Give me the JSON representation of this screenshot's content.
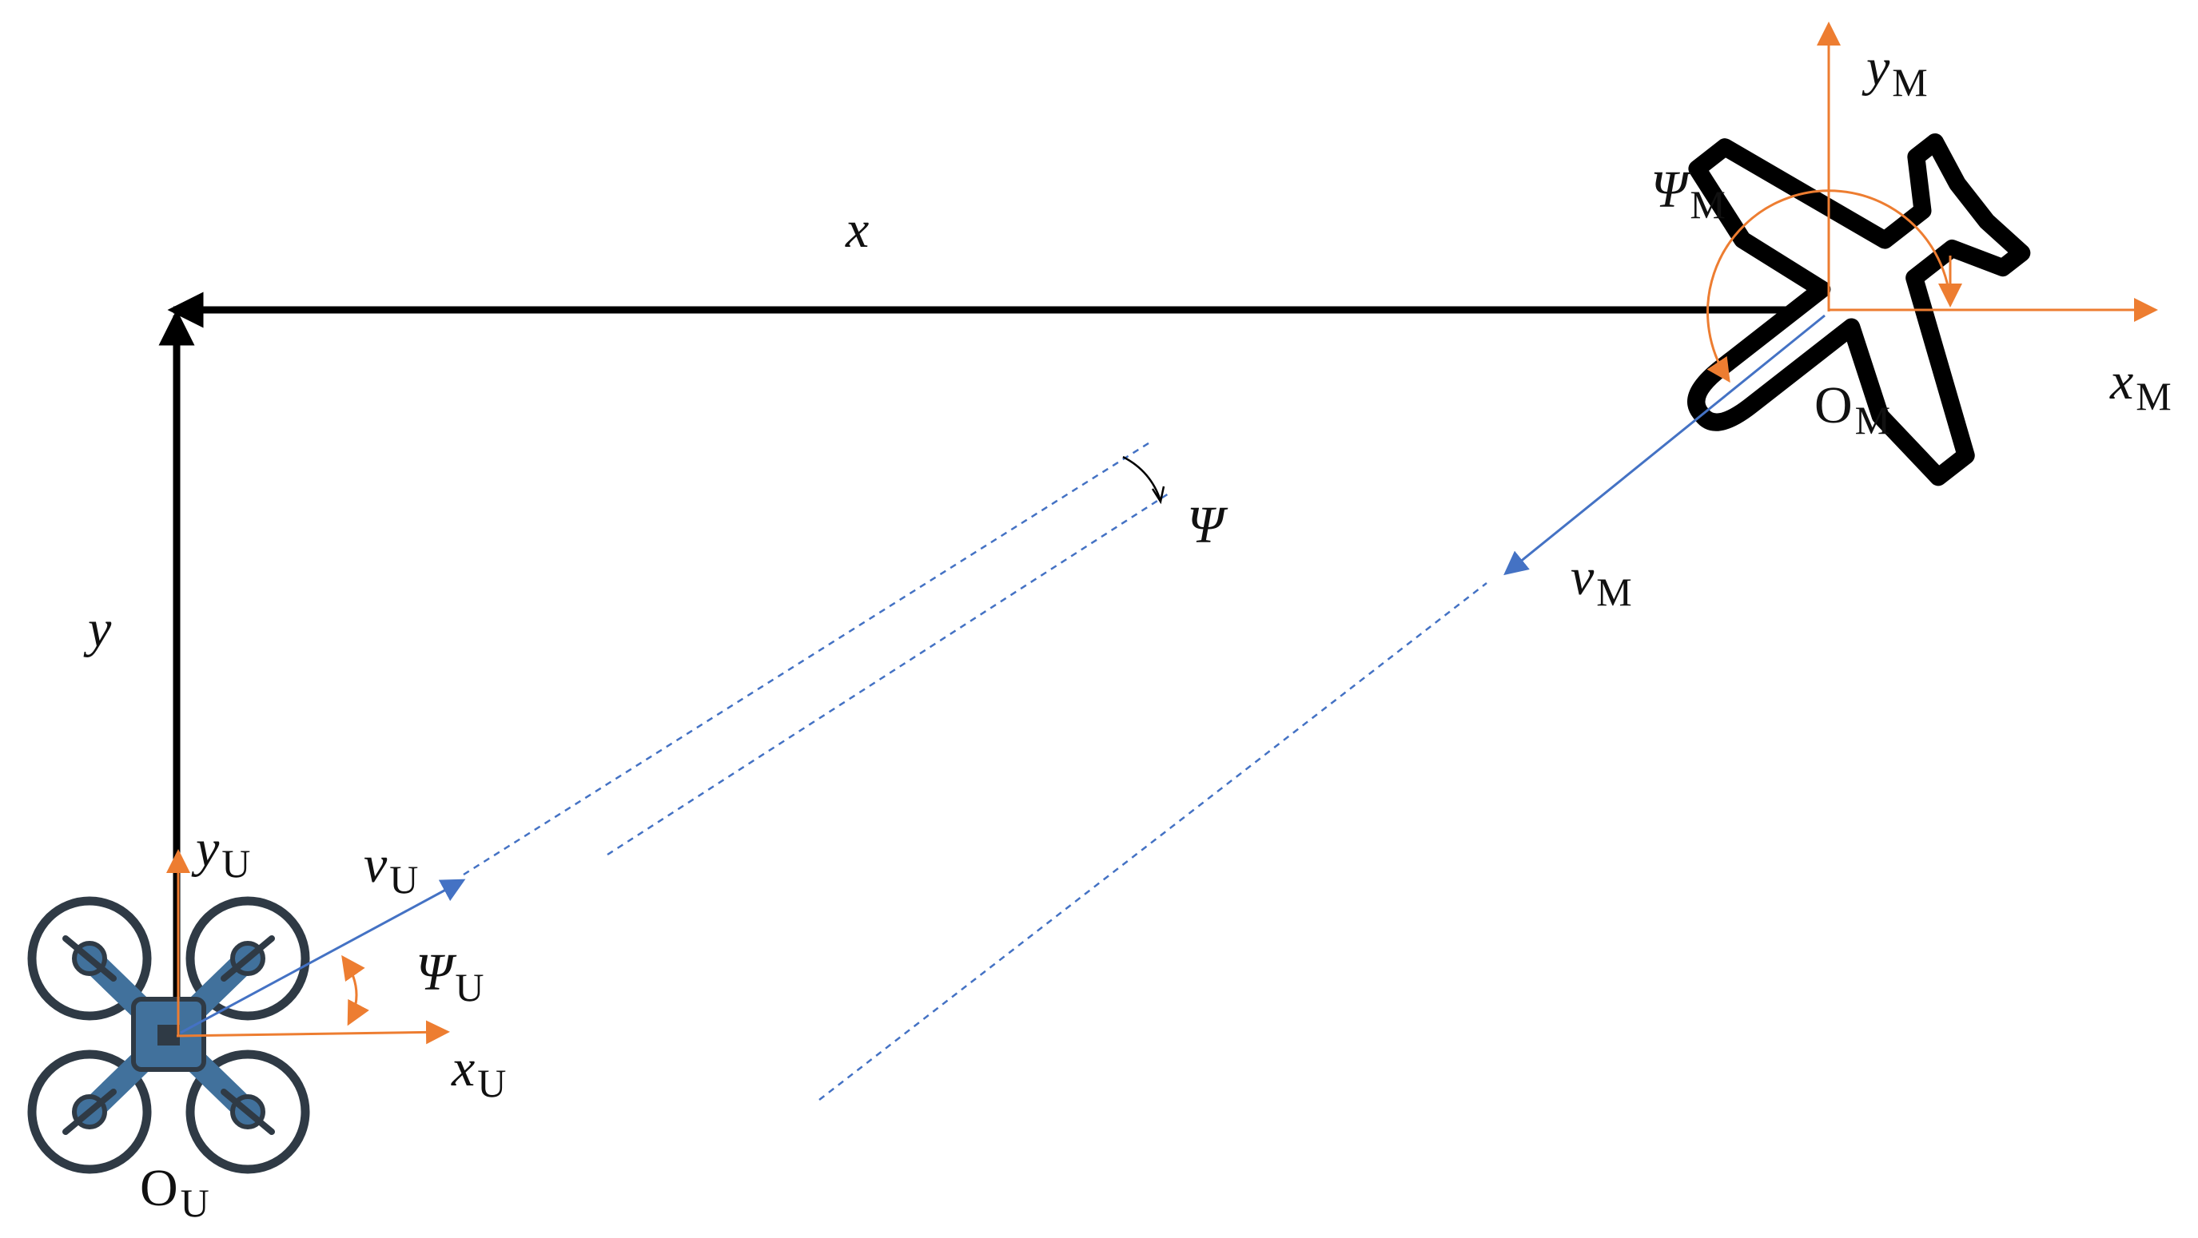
{
  "diagram": {
    "colors": {
      "axis": "#000000",
      "local_axis": "#ED7D31",
      "velocity": "#4472C4",
      "drone_body": "#41719C",
      "drone_dark": "#2F3A45",
      "aircraft_outline": "#000000"
    },
    "icons": [
      "quadcopter-drone-icon",
      "airplane-icon"
    ],
    "labels": {
      "x": {
        "sym": "x"
      },
      "y": {
        "sym": "y"
      },
      "psi": {
        "sym": "Ψ"
      },
      "v_u": {
        "sym": "v",
        "sub": "U"
      },
      "v_m": {
        "sym": "v",
        "sub": "M"
      },
      "x_u": {
        "sym": "x",
        "sub": "U"
      },
      "y_u": {
        "sym": "y",
        "sub": "U"
      },
      "psi_u": {
        "sym": "Ψ",
        "sub": "U"
      },
      "o_u": {
        "sym": "O",
        "sub": "U"
      },
      "x_m": {
        "sym": "x",
        "sub": "M"
      },
      "y_m": {
        "sym": "y",
        "sub": "M"
      },
      "psi_m": {
        "sym": "Ψ",
        "sub": "M"
      },
      "o_m": {
        "sym": "O",
        "sub": "M"
      }
    }
  }
}
